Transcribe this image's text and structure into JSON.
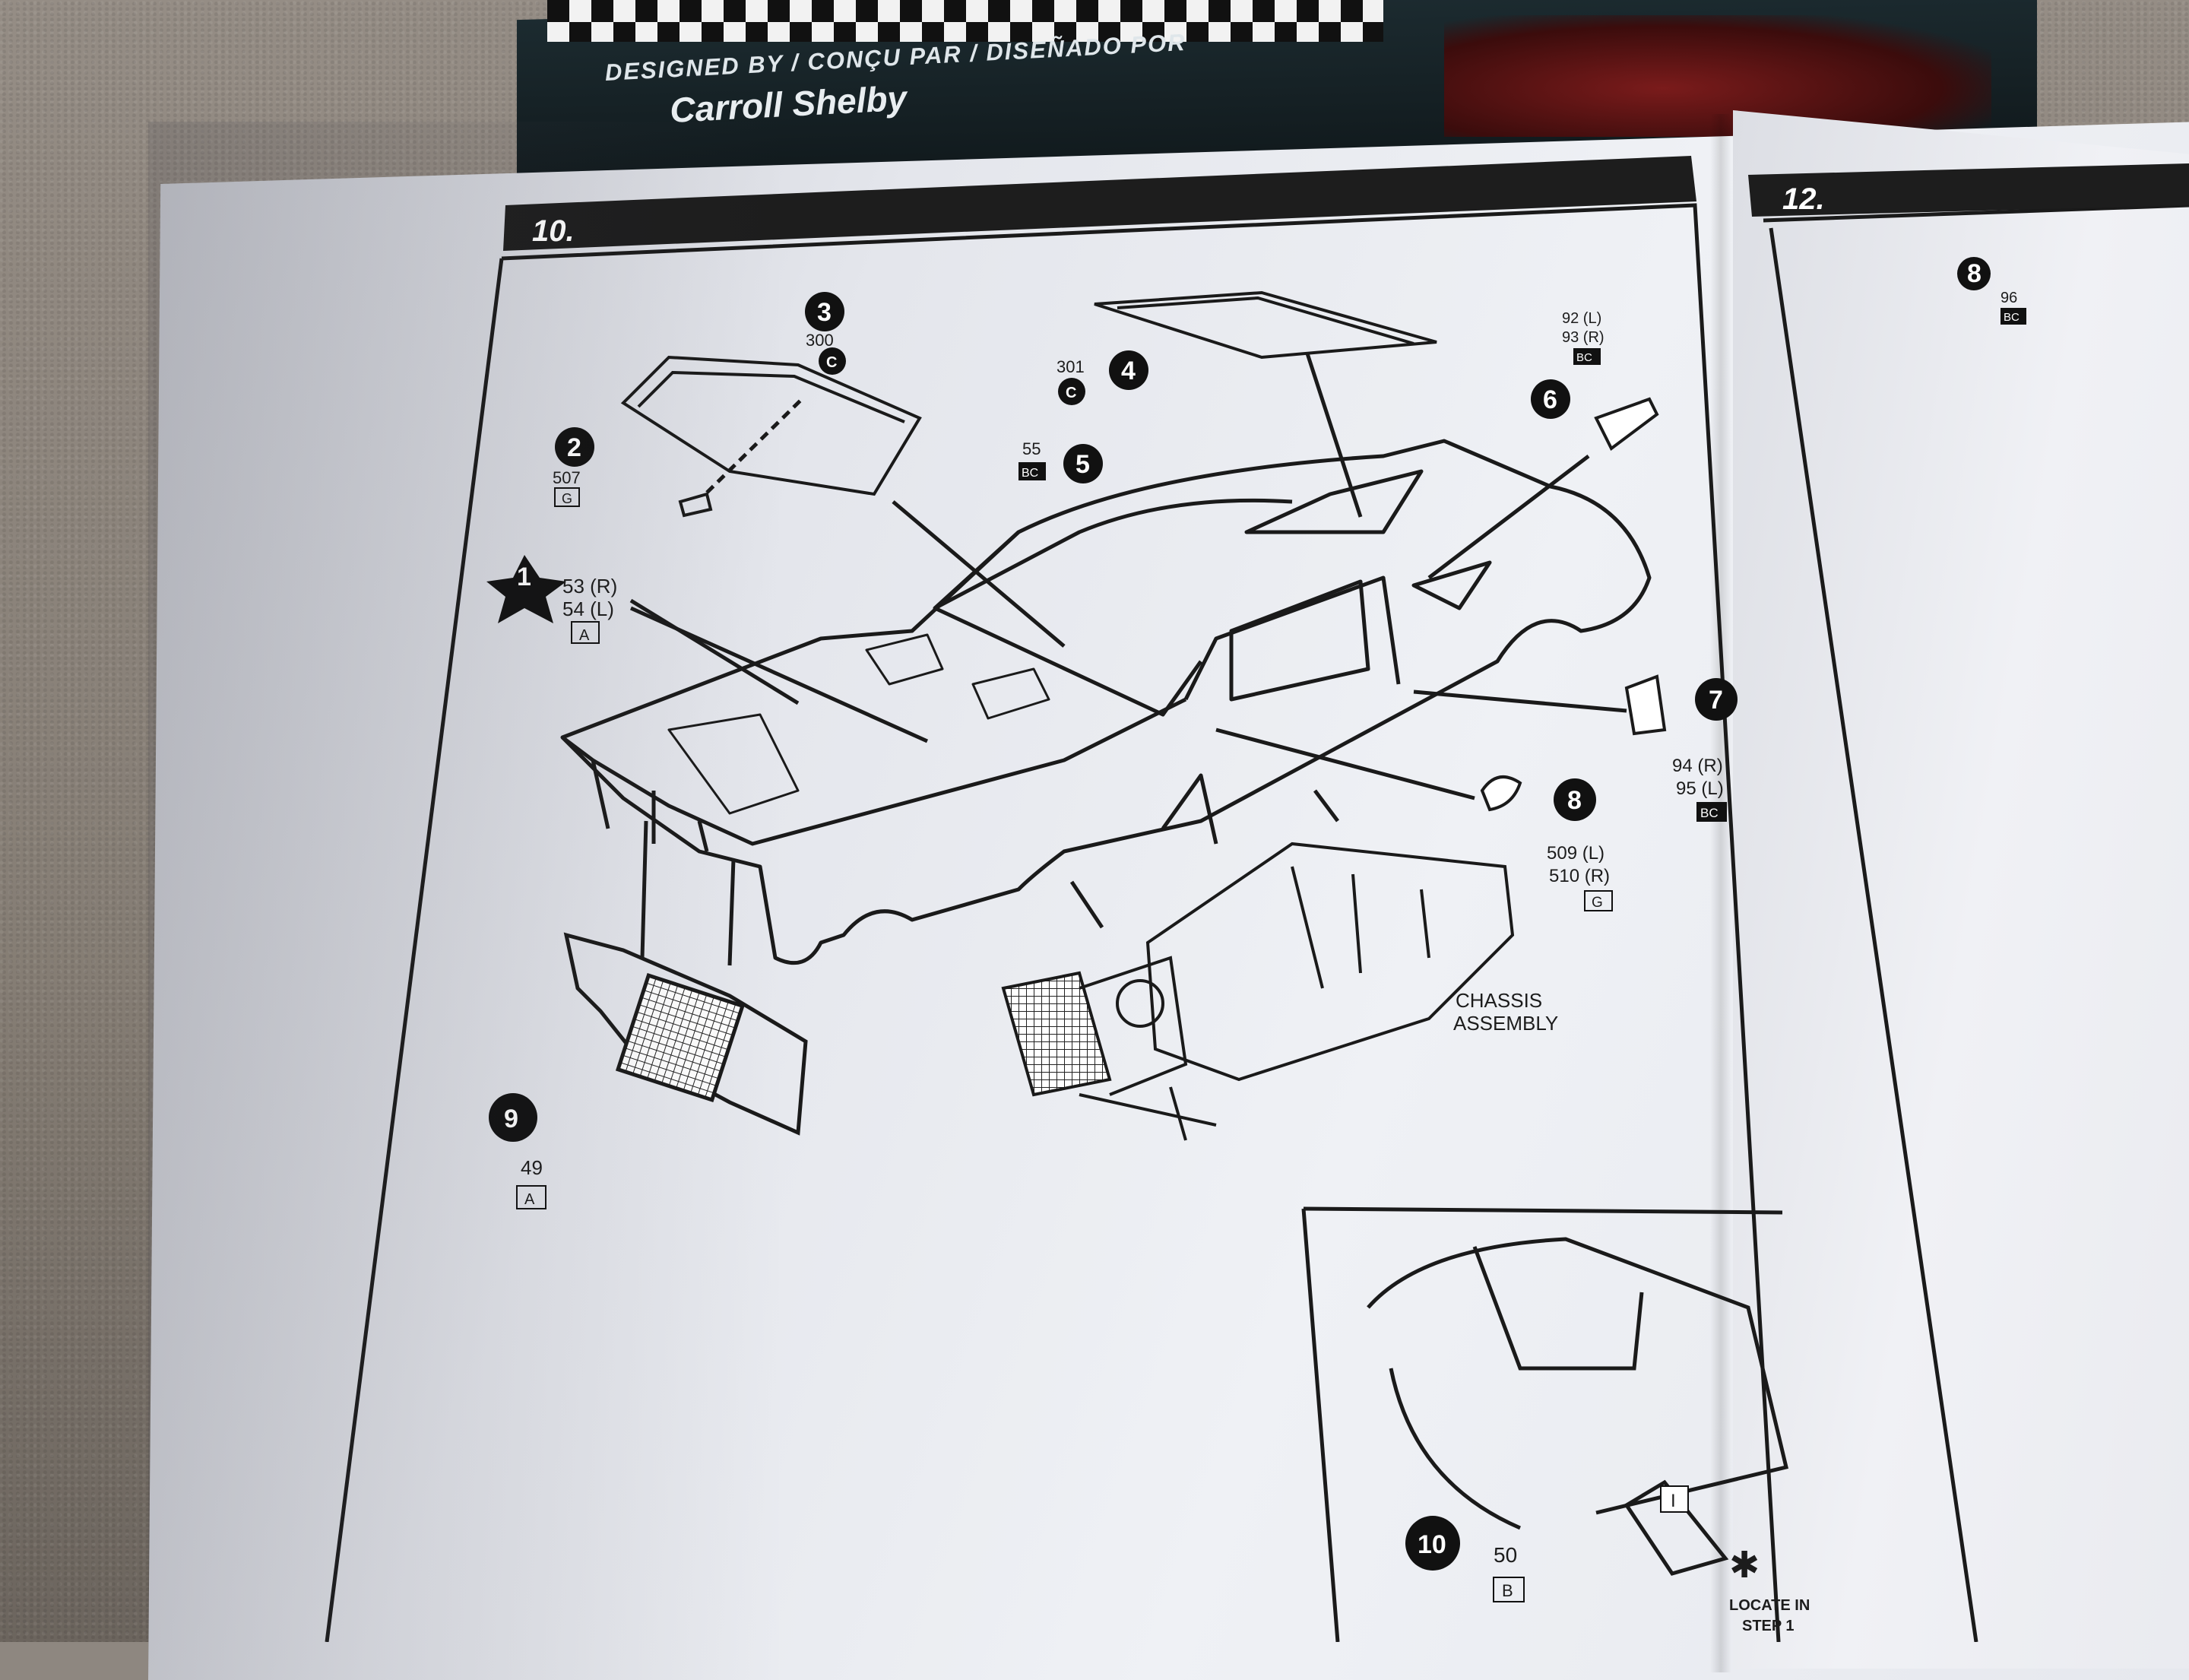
{
  "box": {
    "designed_by": "DESIGNED BY / CONÇU PAR / DISEÑADO POR",
    "designer": "Carroll Shelby"
  },
  "steps": {
    "main_step": "10.",
    "next_step": "12."
  },
  "callouts": {
    "c1": {
      "num": "1",
      "parts": [
        "53 (R)",
        "54 (L)"
      ],
      "tree": "A"
    },
    "c2": {
      "num": "2",
      "parts": [
        "507"
      ],
      "tree": "G"
    },
    "c3": {
      "num": "3",
      "parts": [
        "300"
      ],
      "tree": "C"
    },
    "c4": {
      "num": "4",
      "parts": [
        "301"
      ],
      "tree": "C"
    },
    "c5": {
      "num": "5",
      "parts": [
        "55"
      ],
      "tree": "BC"
    },
    "c6": {
      "num": "6",
      "parts": [
        "92 (L)",
        "93 (R)"
      ],
      "tree": "BC"
    },
    "c7": {
      "num": "7",
      "parts": [
        "94 (R)",
        "95 (L)"
      ],
      "tree": "BC"
    },
    "c8": {
      "num": "8",
      "parts": [
        "509 (L)",
        "510 (R)"
      ],
      "tree": "G"
    },
    "c9": {
      "num": "9",
      "parts": [
        "49"
      ],
      "tree": "A"
    },
    "c10": {
      "num": "10",
      "parts": [
        "50"
      ],
      "tree": "B"
    },
    "c_next": {
      "num": "8",
      "parts": [
        "96"
      ],
      "tree": "BC"
    }
  },
  "labels": {
    "chassis": "CHASSIS",
    "assembly": "ASSEMBLY",
    "locate_in": "LOCATE IN",
    "step_1": "STEP 1",
    "inset_tag": "I",
    "asterisk": "✱"
  }
}
